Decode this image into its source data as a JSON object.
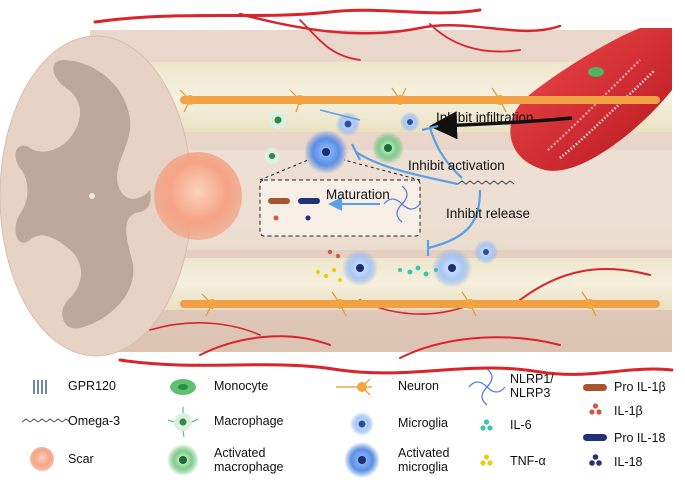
{
  "diagram": {
    "labels": {
      "inhibit_infiltration": "Inhibit infiltration",
      "inhibit_activation": "Inhibit activation",
      "inhibit_release": "Inhibit release",
      "maturation": "Maturation"
    }
  },
  "legend": {
    "gpr120": "GPR120",
    "omega3": "Omega-3",
    "scar": "Scar",
    "monocyte": "Monocyte",
    "macrophage": "Macrophage",
    "activated_macrophage": "Activated\nmacrophage",
    "neuron": "Neuron",
    "microglia": "Microglia",
    "activated_microglia": "Activated\nmicroglia",
    "nlrp": "NLRP1/\nNLRP3",
    "il6": "IL-6",
    "tnfa": "TNF-α",
    "pro_il1b": "Pro IL-1β",
    "il1b": "IL-1β",
    "pro_il18": "Pro IL-18",
    "il18": "IL-18"
  },
  "colors": {
    "vessel": "#d9242b",
    "vessel_dark": "#a0151b",
    "cord_tissue": "#e6d3c6",
    "gray_matter": "#b8a393",
    "canal_band": "#ede6c6",
    "scar": "#f5a585",
    "arrow_blue": "#5aa0e6",
    "arrow_black": "#111111",
    "neuron": "#f09a33",
    "microglia": "#3f67c4",
    "macrophage": "#3a9e4f",
    "il6": "#35c4b7",
    "tnfa": "#e6d017",
    "il1b": "#d9553f",
    "il18": "#22317a"
  }
}
